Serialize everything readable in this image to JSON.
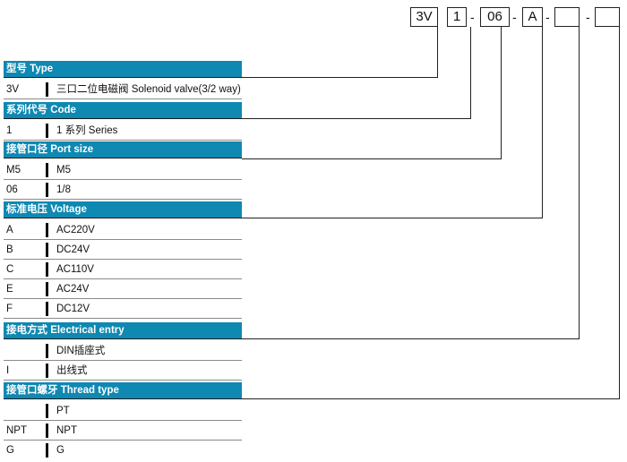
{
  "code": {
    "parts": [
      "3V",
      "1",
      "06",
      "A",
      "",
      ""
    ],
    "separator": "-"
  },
  "sections": [
    {
      "title": "型号 Type",
      "rows": [
        {
          "code": "3V",
          "desc": "三口二位电磁阀 Solenoid valve(3/2 way)"
        }
      ]
    },
    {
      "title": "系列代号 Code",
      "rows": [
        {
          "code": "1",
          "desc": "1 系列 Series"
        }
      ]
    },
    {
      "title": "接管口径 Port size",
      "rows": [
        {
          "code": "M5",
          "desc": "M5"
        },
        {
          "code": "06",
          "desc": "1/8"
        }
      ]
    },
    {
      "title": "标准电压 Voltage",
      "rows": [
        {
          "code": "A",
          "desc": "AC220V"
        },
        {
          "code": "B",
          "desc": "DC24V"
        },
        {
          "code": "C",
          "desc": "AC110V"
        },
        {
          "code": "E",
          "desc": "AC24V"
        },
        {
          "code": "F",
          "desc": "DC12V"
        }
      ]
    },
    {
      "title": "接电方式 Electrical entry",
      "rows": [
        {
          "code": "",
          "desc": "DIN插座式"
        },
        {
          "code": "I",
          "desc": "出线式"
        }
      ]
    },
    {
      "title": "接管口螺牙 Thread type",
      "rows": [
        {
          "code": "",
          "desc": "PT"
        },
        {
          "code": "NPT",
          "desc": "NPT"
        },
        {
          "code": "G",
          "desc": "G"
        }
      ]
    }
  ],
  "colors": {
    "header_bg": "#0f88b2",
    "header_text": "#ffffff",
    "line": "#222222"
  }
}
